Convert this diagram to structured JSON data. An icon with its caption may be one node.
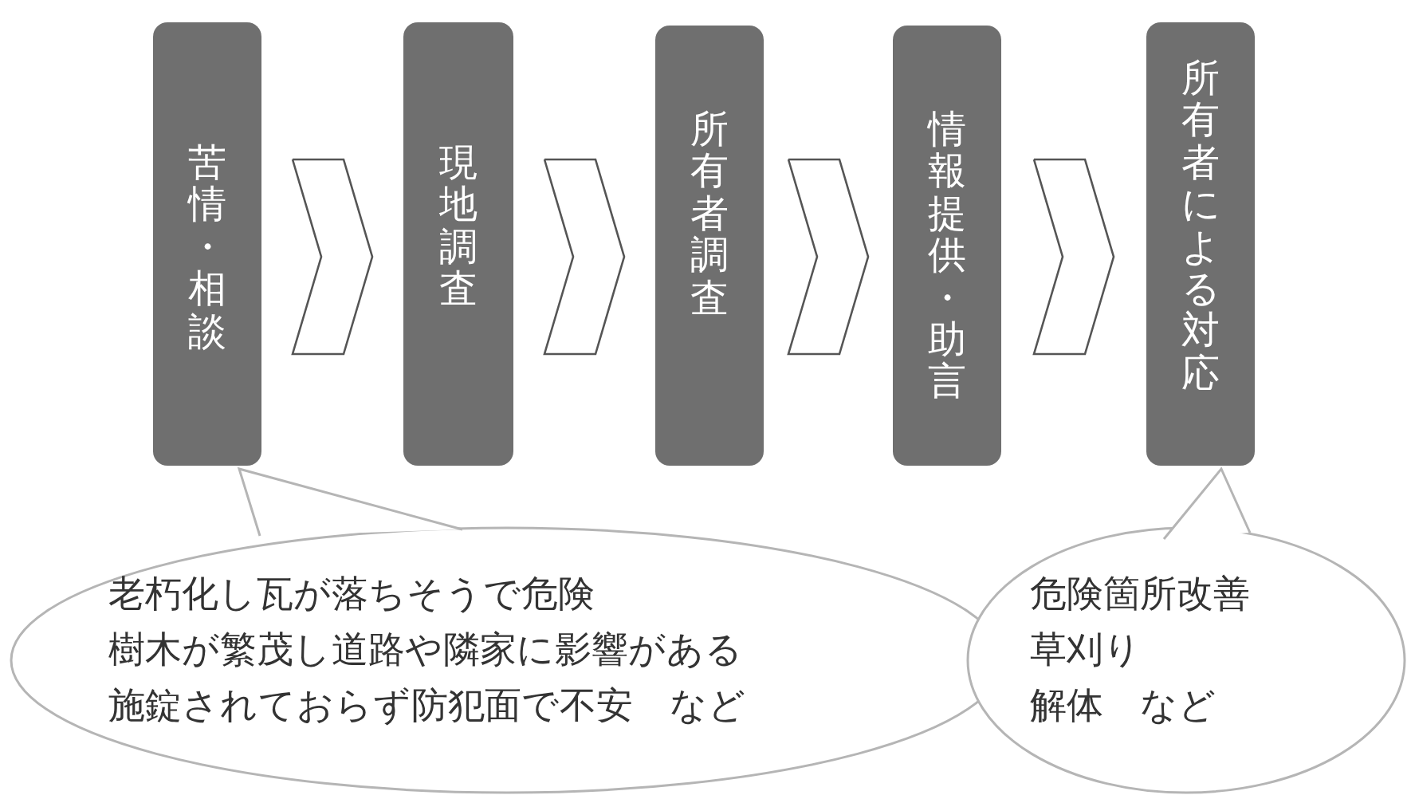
{
  "diagram": {
    "nodes": [
      {
        "text": [
          "苦情・相談"
        ]
      },
      {
        "text": [
          "現地調査"
        ]
      },
      {
        "text": [
          "所有者調査"
        ]
      },
      {
        "text": [
          "情報提供・助言"
        ]
      },
      {
        "text": [
          "所有者による対応"
        ]
      },
      {
        "text": [
          "老朽化し瓦が落ちそうで危険",
          "樹木が繁茂し道路や隣家に影響がある",
          "施錠されておらず防犯面で不安　など"
        ]
      },
      {
        "text": [
          "危険箇所改善",
          "草刈り",
          "解体　など"
        ]
      }
    ],
    "edges": [
      {
        "from": 0,
        "to": 1,
        "arrow": "to"
      },
      {
        "from": 1,
        "to": 2,
        "arrow": "to"
      },
      {
        "from": 2,
        "to": 3,
        "arrow": "to"
      },
      {
        "from": 3,
        "to": 4,
        "arrow": "to"
      }
    ]
  }
}
